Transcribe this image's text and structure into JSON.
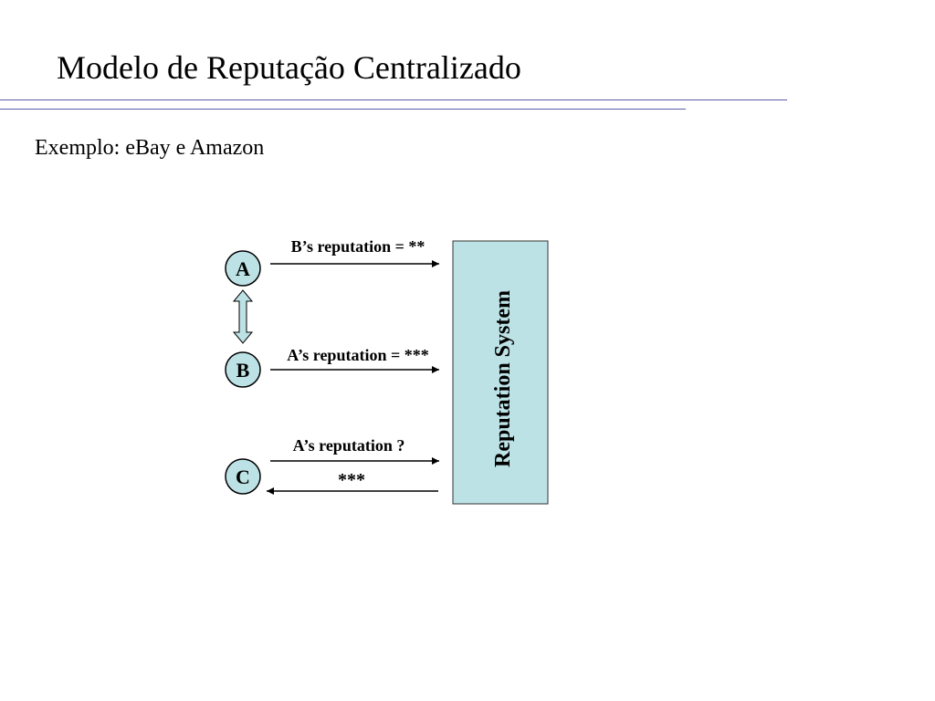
{
  "slide": {
    "title": "Modelo de Reputação Centralizado",
    "subtitle": "Exemplo: eBay e Amazon"
  },
  "diagram": {
    "system_label": "Reputation System",
    "nodes": [
      {
        "id": "A",
        "label": "A"
      },
      {
        "id": "B",
        "label": "B"
      },
      {
        "id": "C",
        "label": "C"
      }
    ],
    "arrows": [
      {
        "from": "A",
        "to": "Reputation System",
        "label": "B’s reputation = **"
      },
      {
        "from": "B",
        "to": "Reputation System",
        "label": "A’s reputation = ***"
      },
      {
        "from": "C",
        "to": "Reputation System",
        "label": "A’s reputation ?"
      },
      {
        "from": "Reputation System",
        "to": "C",
        "label": "***"
      }
    ],
    "link_between": [
      "A",
      "B"
    ],
    "colors": {
      "node_fill": "#bde2e6",
      "system_fill": "#bde2e6",
      "rule_color": "#5b5ea8"
    }
  }
}
